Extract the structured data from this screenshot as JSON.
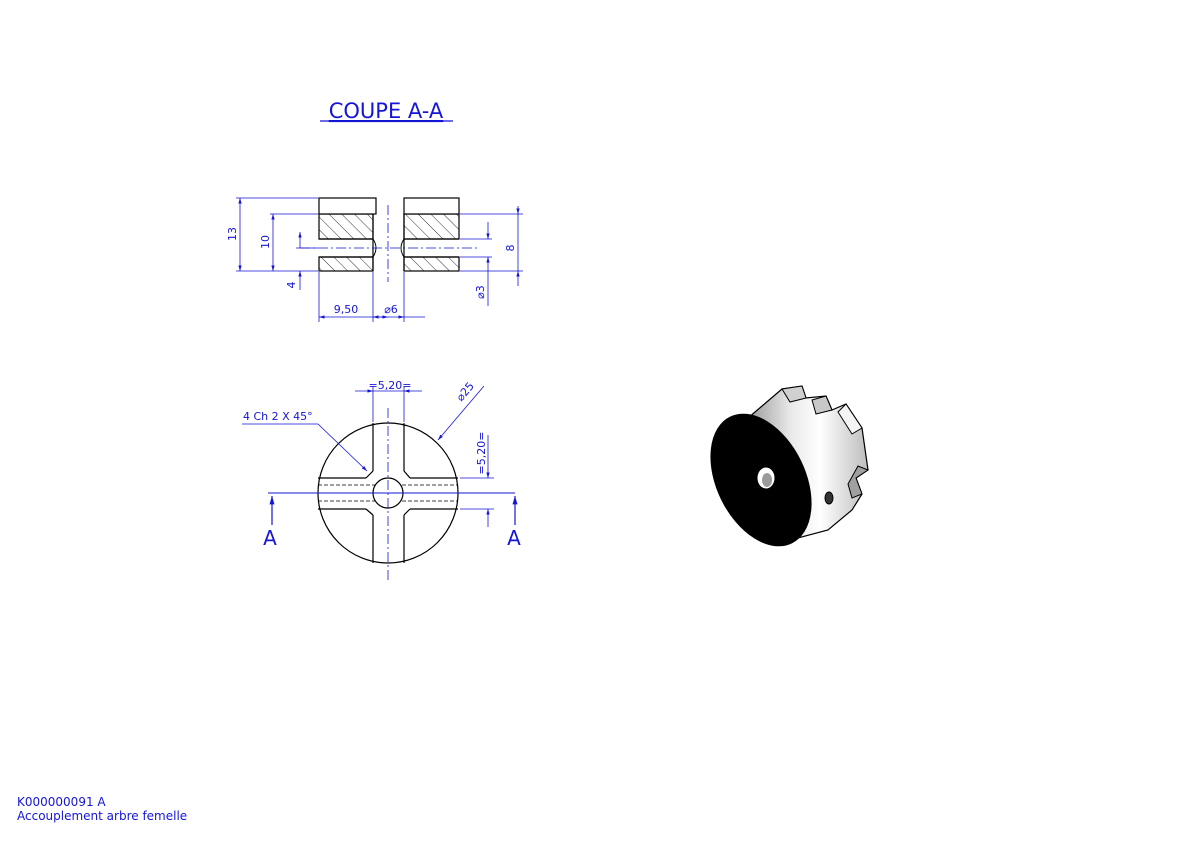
{
  "section_title": "COUPE A-A",
  "section_view": {
    "dims": {
      "overall_height": "13",
      "body_height": "10",
      "bore_axis_height": "4",
      "slot_depth": "8",
      "cross_hole_dia": "⌀3",
      "offset": "9,50",
      "bore_dia": "⌀6"
    }
  },
  "front_view": {
    "chamfer_note": "4 Ch 2 X 45°",
    "outer_dia": "⌀25",
    "slot_width_h": "=5,20=",
    "slot_width_v": "=5,20=",
    "section_label_left": "A",
    "section_label_right": "A"
  },
  "title_block": {
    "part_number": "K000000091 A",
    "description": "Accouplement arbre femelle"
  },
  "colors": {
    "dimension": "#1515d6",
    "outline": "#000000"
  }
}
